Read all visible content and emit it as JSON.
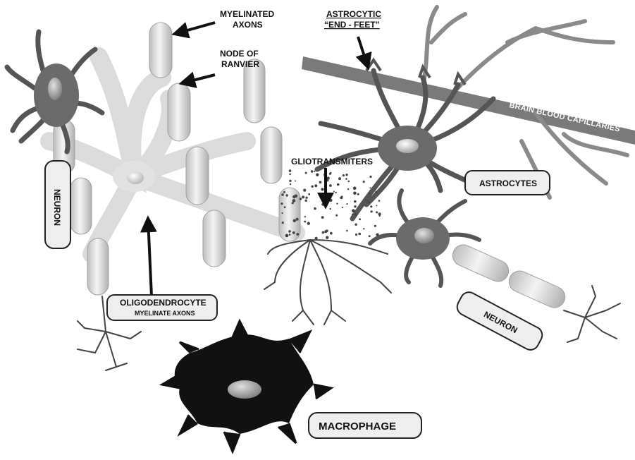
{
  "labels": {
    "myelinated_axons_line1": "MYELINATED",
    "myelinated_axons_line2": "AXONS",
    "node_of_ranvier_line1": "NODE OF",
    "node_of_ranvier_line2": "RANVIER",
    "astrocytic_end_feet_line1": "ASTROCYTIC",
    "astrocytic_end_feet_line2": "“END - FEET”",
    "brain_blood_capillaries": "BRAIN BLOOD CAPILLARIES",
    "gliotransmiters": "GLIOTRANSMITERS",
    "astrocytes": "ASTROCYTES",
    "neuron_left": "NEURON",
    "neuron_right": "NEURON",
    "oligodendrocyte": "OLIGODENDROCYTE",
    "oligodendrocyte_sub": "MYELINATE AXONS",
    "macrophage": "MACROPHAGE"
  },
  "colors": {
    "background": "#ffffff",
    "neuron_body": "#6b6b6b",
    "dark_cell": "#1a1a1a",
    "myelin": "#dcdcdc",
    "capillary": "#7a7a7a",
    "label_box": "#eeeeee"
  }
}
